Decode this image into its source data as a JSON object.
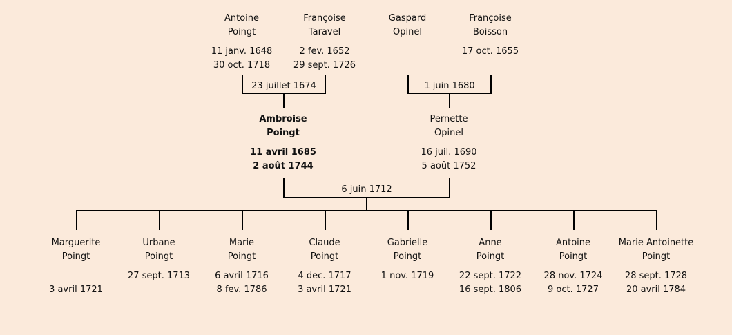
{
  "grandparents": [
    {
      "first": "Antoine",
      "last": "Poingt",
      "birth": "11 janv. 1648",
      "death": "30 oct. 1718"
    },
    {
      "first": "Françoise",
      "last": "Taravel",
      "birth": "2 fev. 1652",
      "death": "29 sept. 1726"
    },
    {
      "first": "Gaspard",
      "last": "Opinel",
      "birth": "",
      "death": ""
    },
    {
      "first": "Françoise",
      "last": "Boisson",
      "birth": "17 oct. 1655",
      "death": ""
    }
  ],
  "grandparent_marriages": [
    "23 juillet 1674",
    "1 juin 1680"
  ],
  "parents": [
    {
      "first": "Ambroise",
      "last": "Poingt",
      "birth": "11 avril 1685",
      "death": "2 août 1744"
    },
    {
      "first": "Pernette",
      "last": "Opinel",
      "birth": "16 juil. 1690",
      "death": "5 août 1752"
    }
  ],
  "parent_marriage": "6 juin 1712",
  "children": [
    {
      "first": "Marguerite",
      "last": "Poingt",
      "birth": "",
      "death": "3 avril 1721"
    },
    {
      "first": "Urbane",
      "last": "Poingt",
      "birth": "27 sept. 1713",
      "death": ""
    },
    {
      "first": "Marie",
      "last": "Poingt",
      "birth": "6 avril 1716",
      "death": "8 fev. 1786"
    },
    {
      "first": "Claude",
      "last": "Poingt",
      "birth": "4 dec. 1717",
      "death": "3 avril 1721"
    },
    {
      "first": "Gabrielle",
      "last": "Poingt",
      "birth": "1 nov. 1719",
      "death": ""
    },
    {
      "first": "Anne",
      "last": "Poingt",
      "birth": "22 sept. 1722",
      "death": "16 sept. 1806"
    },
    {
      "first": "Antoine",
      "last": "Poingt",
      "birth": "28 nov. 1724",
      "death": "9 oct. 1727"
    },
    {
      "first": "Marie Antoinette",
      "last": "Poingt",
      "birth": "28 sept. 1728",
      "death": "20 avril 1784"
    }
  ],
  "colors": {
    "background": "#fbeadb",
    "line": "#000000",
    "text": "#111111"
  }
}
